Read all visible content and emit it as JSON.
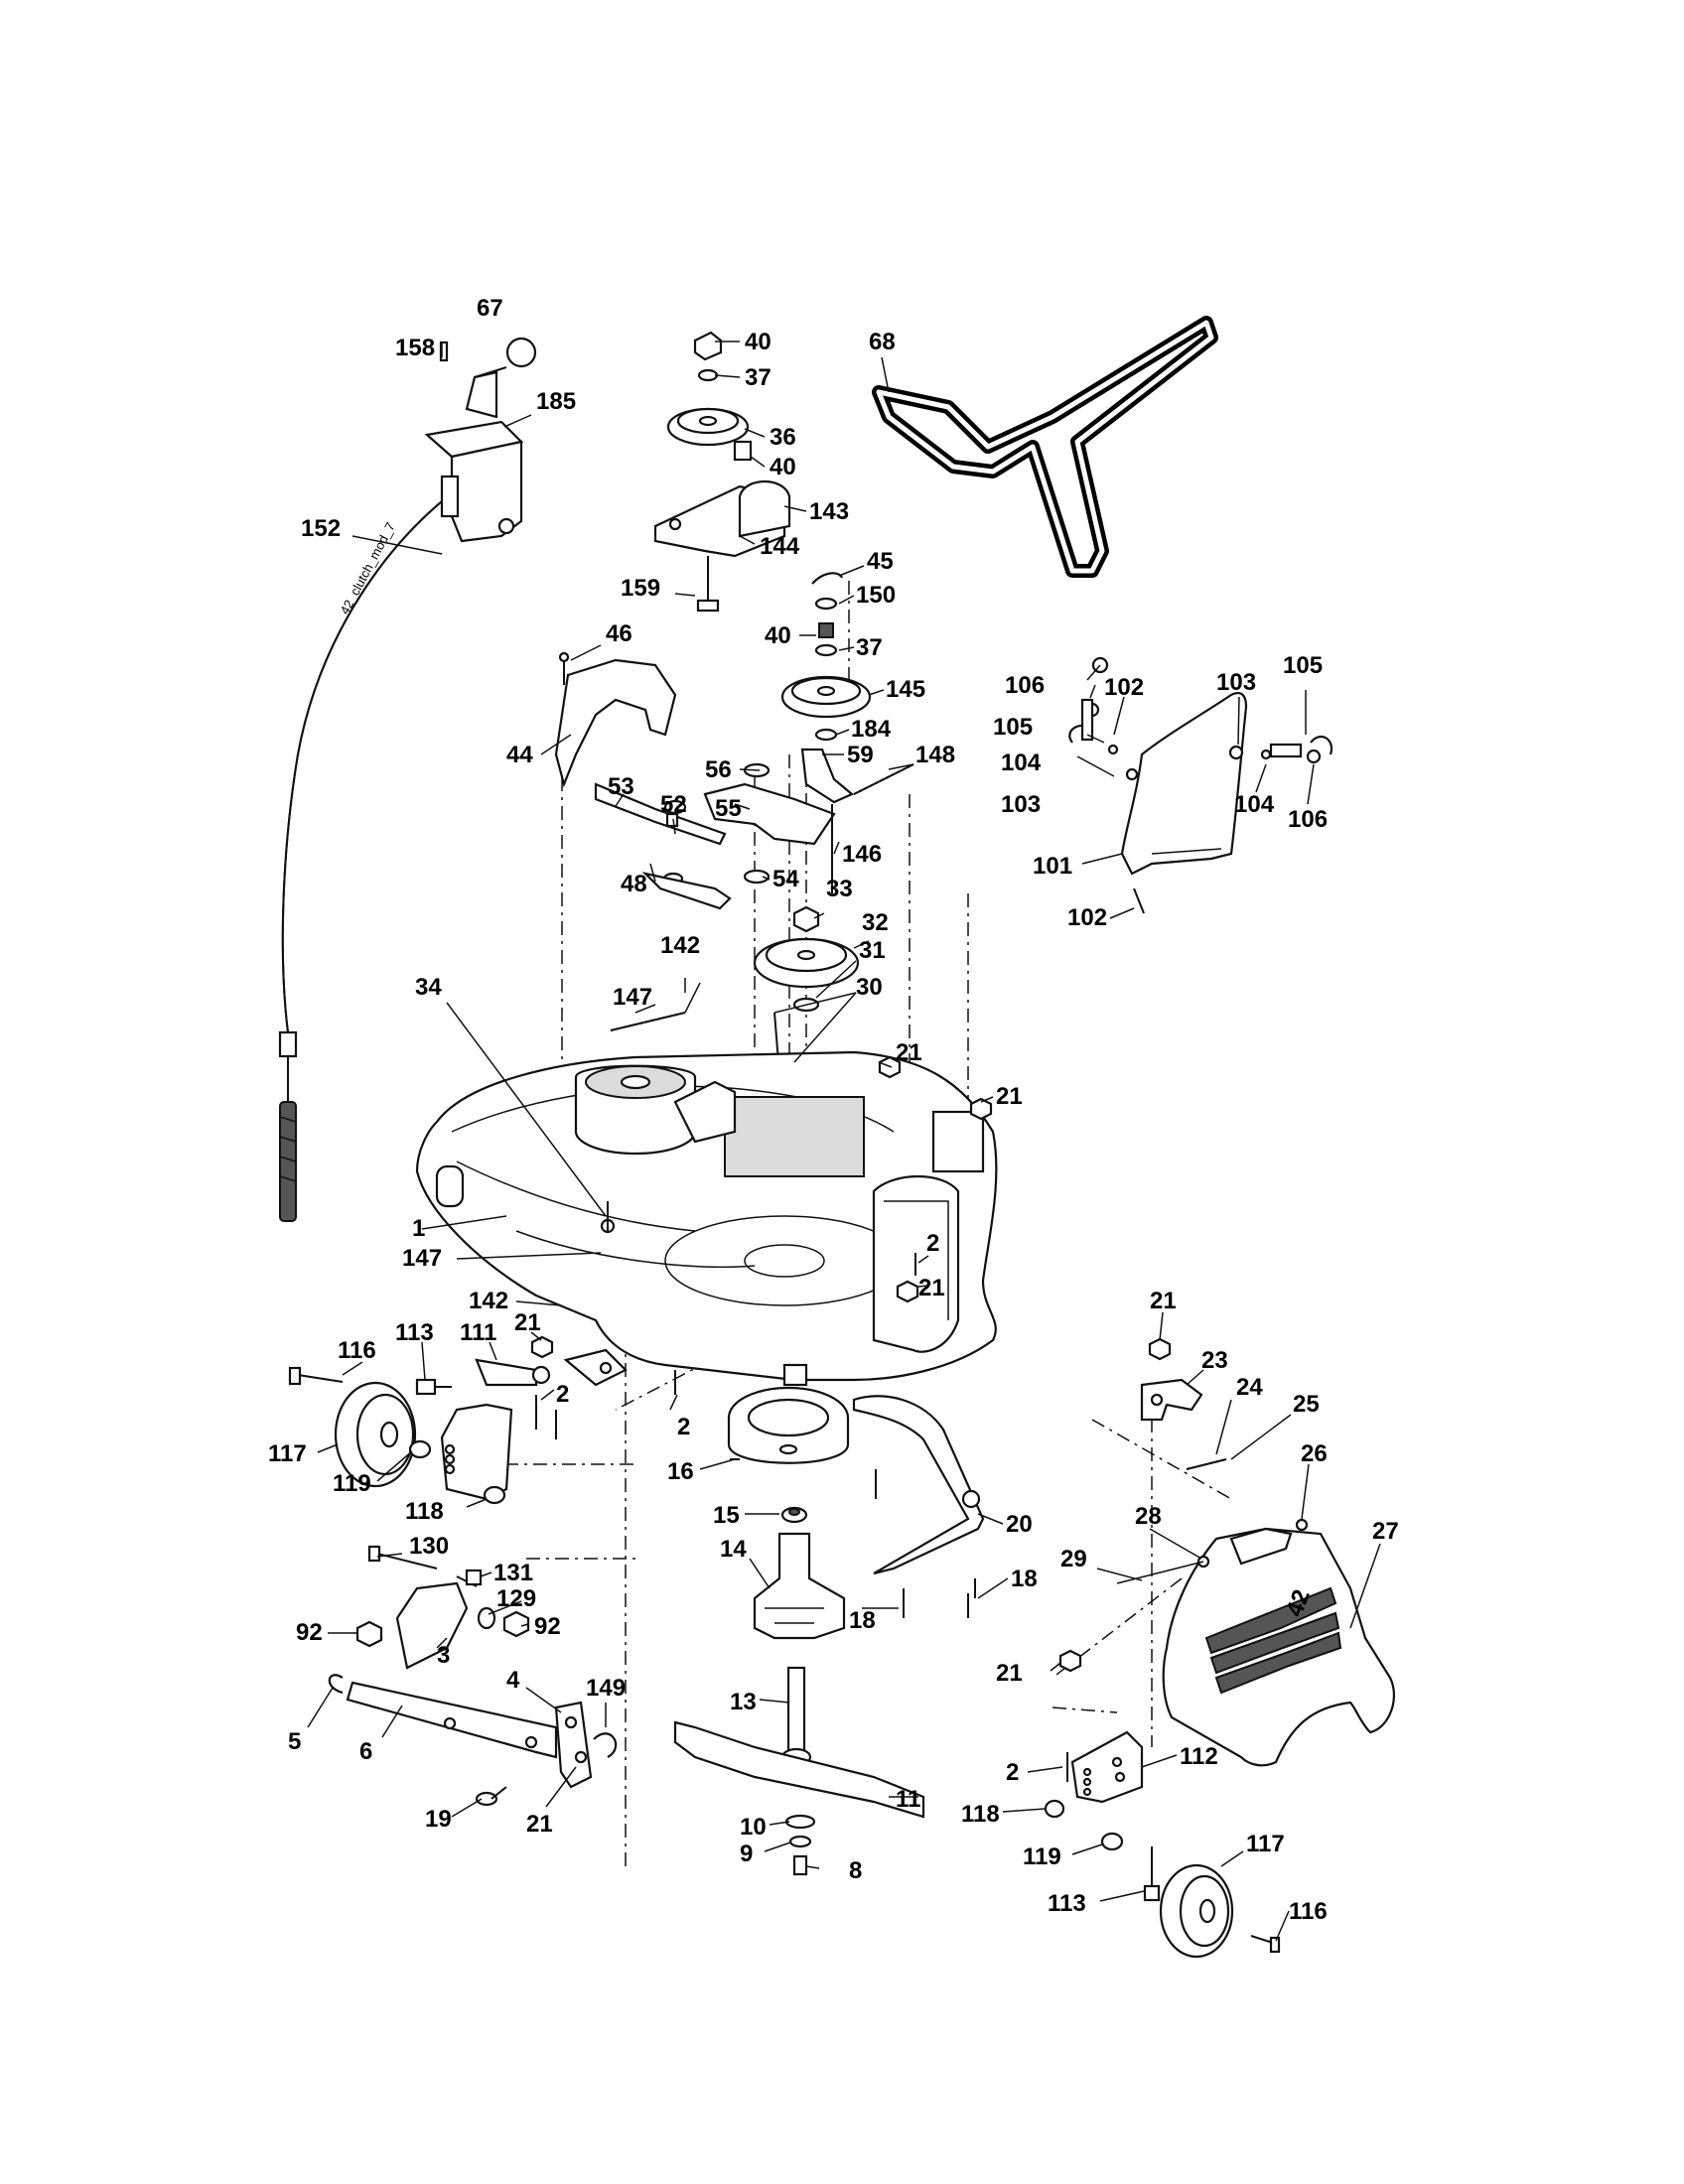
{
  "diagram": {
    "cable_label": "42_clutch_mod_7",
    "deck_emblem": "42",
    "callouts": [
      {
        "id": "c67",
        "text": "67"
      },
      {
        "id": "c158",
        "text": "158"
      },
      {
        "id": "c185",
        "text": "185"
      },
      {
        "id": "c152",
        "text": "152"
      },
      {
        "id": "c40a",
        "text": "40"
      },
      {
        "id": "c37a",
        "text": "37"
      },
      {
        "id": "c36",
        "text": "36"
      },
      {
        "id": "c40b",
        "text": "40"
      },
      {
        "id": "c143",
        "text": "143"
      },
      {
        "id": "c144",
        "text": "144"
      },
      {
        "id": "c159",
        "text": "159"
      },
      {
        "id": "c68",
        "text": "68"
      },
      {
        "id": "c45",
        "text": "45"
      },
      {
        "id": "c150",
        "text": "150"
      },
      {
        "id": "c40c",
        "text": "40"
      },
      {
        "id": "c37b",
        "text": "37"
      },
      {
        "id": "c145",
        "text": "145"
      },
      {
        "id": "c184",
        "text": "184"
      },
      {
        "id": "c46",
        "text": "46"
      },
      {
        "id": "c44",
        "text": "44"
      },
      {
        "id": "c56",
        "text": "56"
      },
      {
        "id": "c59",
        "text": "59"
      },
      {
        "id": "c148",
        "text": "148"
      },
      {
        "id": "c55",
        "text": "55"
      },
      {
        "id": "c53",
        "text": "53"
      },
      {
        "id": "c52",
        "text": "52"
      },
      {
        "id": "c146",
        "text": "146"
      },
      {
        "id": "c48",
        "text": "48"
      },
      {
        "id": "c54",
        "text": "54"
      },
      {
        "id": "c33",
        "text": "33"
      },
      {
        "id": "c32",
        "text": "32"
      },
      {
        "id": "c31",
        "text": "31"
      },
      {
        "id": "c147a",
        "text": "147"
      },
      {
        "id": "c142a",
        "text": "142"
      },
      {
        "id": "c30",
        "text": "30"
      },
      {
        "id": "c106a",
        "text": "106"
      },
      {
        "id": "c102a",
        "text": "102"
      },
      {
        "id": "c103a",
        "text": "103"
      },
      {
        "id": "c105a",
        "text": "105"
      },
      {
        "id": "c105b",
        "text": "105"
      },
      {
        "id": "c104a",
        "text": "104"
      },
      {
        "id": "c103b",
        "text": "103"
      },
      {
        "id": "c104b",
        "text": "104"
      },
      {
        "id": "c106b",
        "text": "106"
      },
      {
        "id": "c101",
        "text": "101"
      },
      {
        "id": "c102b",
        "text": "102"
      },
      {
        "id": "c34",
        "text": "34"
      },
      {
        "id": "c21a",
        "text": "21"
      },
      {
        "id": "c21b",
        "text": "21"
      },
      {
        "id": "c1",
        "text": "1"
      },
      {
        "id": "c147b",
        "text": "147"
      },
      {
        "id": "c2a",
        "text": "2"
      },
      {
        "id": "c21c",
        "text": "21"
      },
      {
        "id": "c142b",
        "text": "142"
      },
      {
        "id": "c21d",
        "text": "21"
      },
      {
        "id": "c116a",
        "text": "116"
      },
      {
        "id": "c113a",
        "text": "113"
      },
      {
        "id": "c111",
        "text": "111"
      },
      {
        "id": "c2b",
        "text": "2"
      },
      {
        "id": "c2c",
        "text": "2"
      },
      {
        "id": "c117a",
        "text": "117"
      },
      {
        "id": "c119a",
        "text": "119"
      },
      {
        "id": "c118a",
        "text": "118"
      },
      {
        "id": "c16",
        "text": "16"
      },
      {
        "id": "c21e",
        "text": "21"
      },
      {
        "id": "c23",
        "text": "23"
      },
      {
        "id": "c24",
        "text": "24"
      },
      {
        "id": "c25",
        "text": "25"
      },
      {
        "id": "c26",
        "text": "26"
      },
      {
        "id": "c28",
        "text": "28"
      },
      {
        "id": "c27",
        "text": "27"
      },
      {
        "id": "c29",
        "text": "29"
      },
      {
        "id": "c15",
        "text": "15"
      },
      {
        "id": "c20",
        "text": "20"
      },
      {
        "id": "c14",
        "text": "14"
      },
      {
        "id": "c18a",
        "text": "18"
      },
      {
        "id": "c18b",
        "text": "18"
      },
      {
        "id": "c130",
        "text": "130"
      },
      {
        "id": "c131",
        "text": "131"
      },
      {
        "id": "c129",
        "text": "129"
      },
      {
        "id": "c92a",
        "text": "92"
      },
      {
        "id": "c92b",
        "text": "92"
      },
      {
        "id": "c3",
        "text": "3"
      },
      {
        "id": "c4",
        "text": "4"
      },
      {
        "id": "c149",
        "text": "149"
      },
      {
        "id": "c5",
        "text": "5"
      },
      {
        "id": "c6",
        "text": "6"
      },
      {
        "id": "c13",
        "text": "13"
      },
      {
        "id": "c21f",
        "text": "21"
      },
      {
        "id": "c2d",
        "text": "2"
      },
      {
        "id": "c112",
        "text": "112"
      },
      {
        "id": "c11",
        "text": "11"
      },
      {
        "id": "c19",
        "text": "19"
      },
      {
        "id": "c21g",
        "text": "21"
      },
      {
        "id": "c10",
        "text": "10"
      },
      {
        "id": "c9",
        "text": "9"
      },
      {
        "id": "c8",
        "text": "8"
      },
      {
        "id": "c118b",
        "text": "118"
      },
      {
        "id": "c119b",
        "text": "119"
      },
      {
        "id": "c117b",
        "text": "117"
      },
      {
        "id": "c113b",
        "text": "113"
      },
      {
        "id": "c116b",
        "text": "116"
      }
    ]
  }
}
